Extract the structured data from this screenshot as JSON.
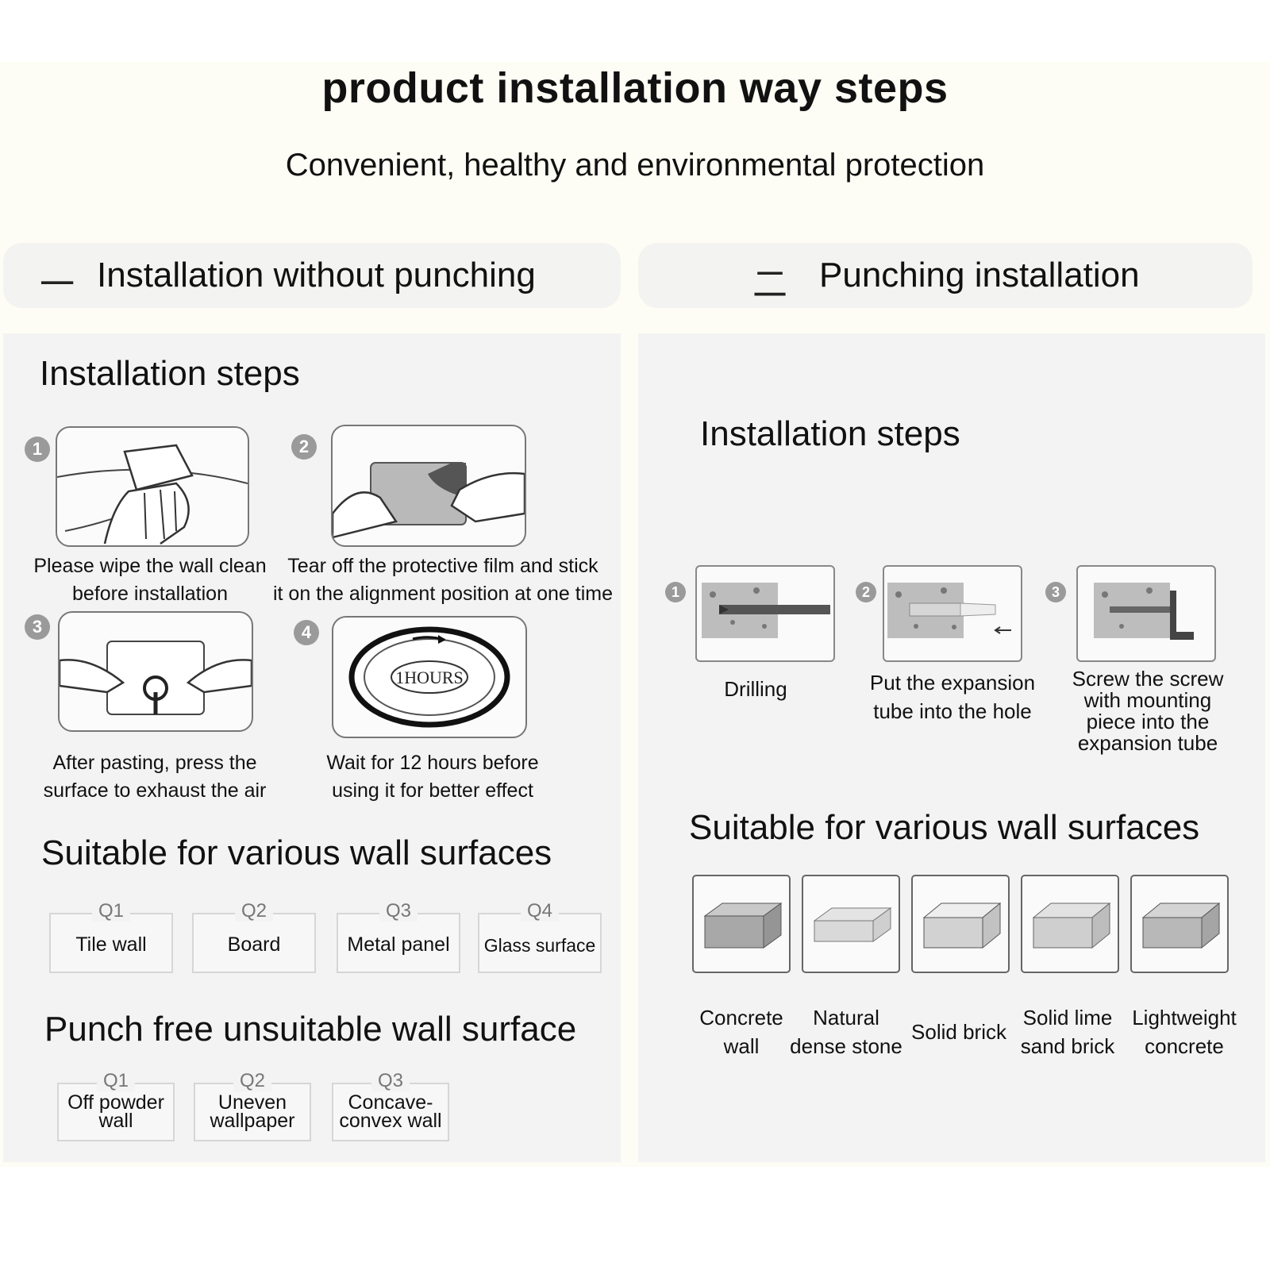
{
  "header": {
    "title": "product installation way steps",
    "subtitle": "Convenient, healthy and environmental protection"
  },
  "left": {
    "pill_mark": "一",
    "pill_label": "Installation without punching",
    "steps_heading": "Installation steps",
    "steps": [
      {
        "num": "1",
        "line1": "Please wipe the wall clean",
        "line2": "before installation"
      },
      {
        "num": "2",
        "line1": "Tear off the protective film and stick",
        "line2": "it on the alignment position at one time"
      },
      {
        "num": "3",
        "line1": "After pasting, press the",
        "line2": "surface to exhaust the air"
      },
      {
        "num": "4",
        "line1": "Wait for 12 hours before",
        "line2": "using it for better effect"
      }
    ],
    "clock_text": "1HOURS",
    "suitable_heading": "Suitable for various wall surfaces",
    "suitable": [
      {
        "q": "Q1",
        "label": "Tile wall"
      },
      {
        "q": "Q2",
        "label": "Board"
      },
      {
        "q": "Q3",
        "label": "Metal panel"
      },
      {
        "q": "Q4",
        "label": "Glass surface"
      }
    ],
    "unsuitable_heading": "Punch free unsuitable wall surface",
    "unsuitable": [
      {
        "q": "Q1",
        "line1": "Off powder",
        "line2": "wall"
      },
      {
        "q": "Q2",
        "line1": "Uneven",
        "line2": "wallpaper"
      },
      {
        "q": "Q3",
        "line1": "Concave-",
        "line2": "convex wall"
      }
    ]
  },
  "right": {
    "pill_mark": "二",
    "pill_label": "Punching installation",
    "steps_heading": "Installation steps",
    "steps": [
      {
        "num": "1",
        "lines": [
          "Drilling"
        ]
      },
      {
        "num": "2",
        "lines": [
          "Put the expansion",
          "tube into the hole"
        ]
      },
      {
        "num": "3",
        "lines": [
          "Screw the screw",
          "with mounting",
          "piece into the",
          "expansion tube"
        ]
      }
    ],
    "suitable_heading": "Suitable for various wall surfaces",
    "materials": [
      {
        "line1": "Concrete",
        "line2": "wall"
      },
      {
        "line1": "Natural",
        "line2": "dense stone"
      },
      {
        "line1": "Solid brick",
        "line2": ""
      },
      {
        "line1": "Solid lime",
        "line2": "sand brick"
      },
      {
        "line1": "Lightweight",
        "line2": "concrete"
      }
    ]
  }
}
